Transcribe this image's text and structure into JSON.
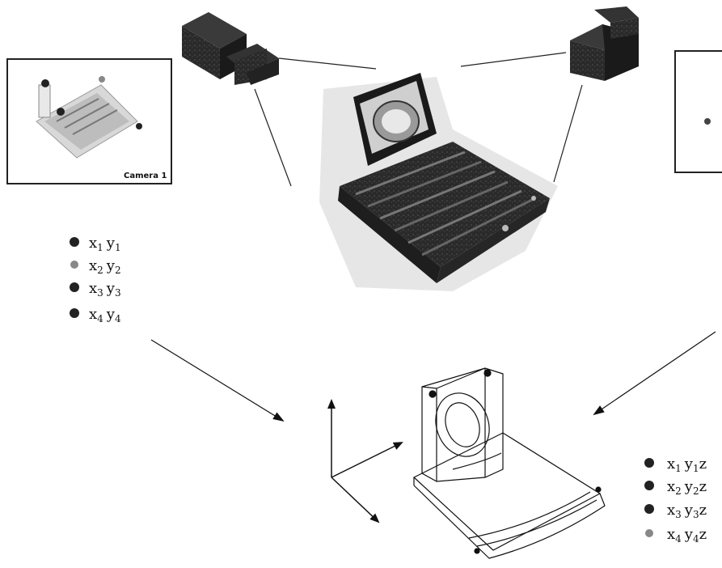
{
  "camera_inset_left": {
    "label": "Camera 1"
  },
  "left_points": [
    {
      "x": "x",
      "xsub": "1",
      "y": "y",
      "ysub": "1"
    },
    {
      "x": "x",
      "xsub": "2",
      "y": "y",
      "ysub": "2"
    },
    {
      "x": "x",
      "xsub": "3",
      "y": "y",
      "ysub": "3"
    },
    {
      "x": "x",
      "xsub": "4",
      "y": "y",
      "ysub": "4"
    }
  ],
  "right_points": [
    {
      "x": "x",
      "xsub": "1",
      "y": "y",
      "ysub": "1",
      "z": "z"
    },
    {
      "x": "x",
      "xsub": "2",
      "y": "y",
      "ysub": "2",
      "z": "z"
    },
    {
      "x": "x",
      "xsub": "3",
      "y": "y",
      "ysub": "3",
      "z": "z"
    },
    {
      "x": "x",
      "xsub": "4",
      "y": "y",
      "ysub": "4",
      "z": "z"
    }
  ],
  "colors": {
    "ink": "#111111",
    "camera_body": "#1c1c1c",
    "light_dot": "#888888"
  }
}
